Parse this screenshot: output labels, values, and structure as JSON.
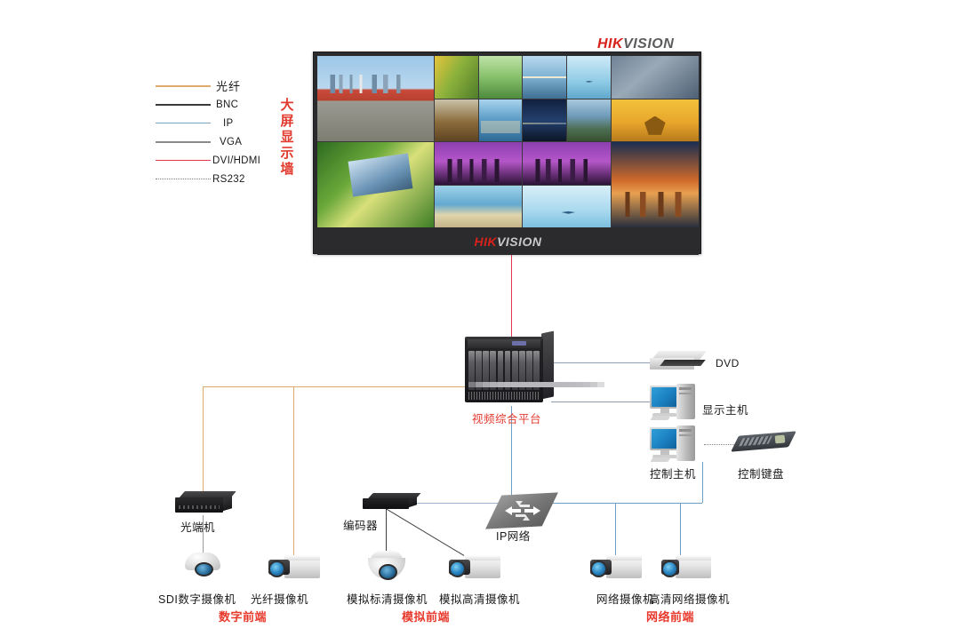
{
  "diagram": {
    "title_vertical": [
      "大",
      "屏",
      "显",
      "示",
      "墙"
    ],
    "brand": {
      "part1": "HIK",
      "part2": "VISION"
    }
  },
  "legend": {
    "items": [
      {
        "label": "光纤",
        "color": "#e0a96d",
        "style": "solid",
        "cn": true
      },
      {
        "label": "BNC",
        "color": "#3a3a3a",
        "style": "solid",
        "cn": false
      },
      {
        "label": "IP",
        "color": "#7ba3c0",
        "style": "solid",
        "cn": false
      },
      {
        "label": "VGA",
        "color": "#8a8a8a",
        "style": "solid",
        "cn": false
      },
      {
        "label": "DVI/HDMI",
        "color": "#e03a4e",
        "style": "solid",
        "cn": false
      },
      {
        "label": "RS232",
        "color": "#7a7a7a",
        "style": "dotted",
        "cn": false
      }
    ]
  },
  "devices": {
    "platform": "视频综合平台",
    "dvd": "DVD",
    "display_host": "显示主机",
    "control_host": "控制主机",
    "control_keyboard": "控制键盘",
    "optical_transceiver": "光端机",
    "encoder": "编码器",
    "ip_network": "IP网络",
    "sdi_camera": "SDI数字摄像机",
    "fiber_camera": "光纤摄像机",
    "analog_sd_camera": "模拟标清摄像机",
    "analog_hd_camera": "模拟高清摄像机",
    "network_camera": "网络摄像机",
    "hd_network_camera": "高清网络摄像机"
  },
  "groups": {
    "digital_frontend": "数字前端",
    "analog_frontend": "模拟前端",
    "network_frontend": "网络前端"
  },
  "colors": {
    "accent_red": "#e8392c",
    "platform_label": "#e23a2e",
    "fiber": "#e0a96d",
    "ip": "#6f9fc4",
    "dvi": "#e03a4e",
    "bnc": "#4a4a4a",
    "vga": "#8a8a8a"
  }
}
